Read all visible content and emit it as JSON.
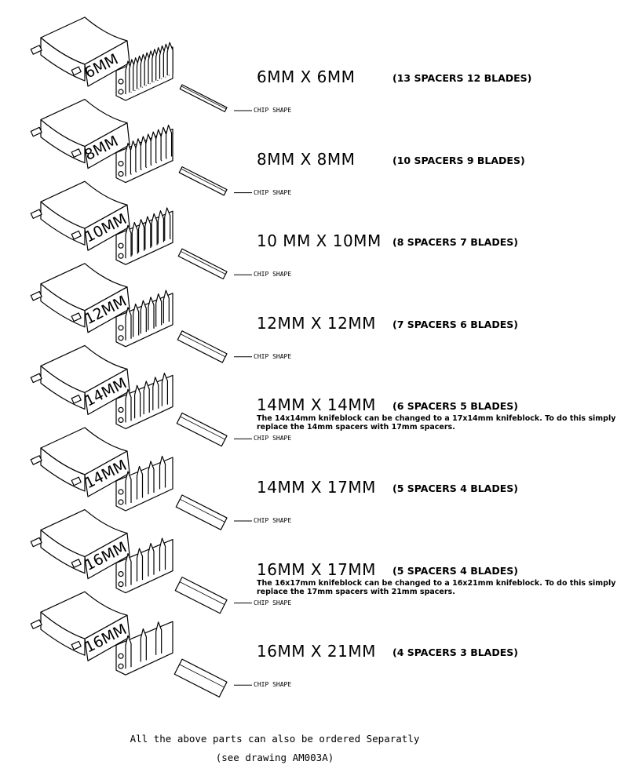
{
  "rows": [
    {
      "block_label": "6MM",
      "title": "6MM X 6MM",
      "spec": "(13 SPACERS 12 BLADES)",
      "chip_label": "CHIP SHAPE",
      "blades": 12,
      "note": ""
    },
    {
      "block_label": "8MM",
      "title": "8MM X 8MM",
      "spec": "(10 SPACERS 9 BLADES)",
      "chip_label": "CHIP SHAPE",
      "blades": 9,
      "note": ""
    },
    {
      "block_label": "10MM",
      "title": "10 MM X 10MM",
      "spec": "(8 SPACERS 7 BLADES)",
      "chip_label": "CHIP SHAPE",
      "blades": 7,
      "note": ""
    },
    {
      "block_label": "12MM",
      "title": "12MM X 12MM",
      "spec": "(7 SPACERS 6 BLADES)",
      "chip_label": "CHIP SHAPE",
      "blades": 6,
      "note": ""
    },
    {
      "block_label": "14MM",
      "title": "14MM X 14MM",
      "spec": "(6 SPACERS 5 BLADES)",
      "chip_label": "CHIP SHAPE",
      "blades": 5,
      "note": "The 14x14mm knifeblock can be changed to a 17x14mm knifeblock. To do this simply replace the 14mm spacers with 17mm spacers."
    },
    {
      "block_label": "14MM",
      "title": "14MM X 17MM",
      "spec": "(5 SPACERS 4 BLADES)",
      "chip_label": "CHIP SHAPE",
      "blades": 4,
      "note": ""
    },
    {
      "block_label": "16MM",
      "title": "16MM X 17MM",
      "spec": "(5 SPACERS 4 BLADES)",
      "chip_label": "CHIP SHAPE",
      "blades": 4,
      "note": "The 16x17mm knifeblock can be changed to a 16x21mm knifeblock. To do this simply replace the 17mm spacers with 21mm spacers."
    },
    {
      "block_label": "16MM",
      "title": "16MM X 21MM",
      "spec": "(4 SPACERS 3 BLADES)",
      "chip_label": "CHIP SHAPE",
      "blades": 3,
      "note": ""
    }
  ],
  "footer": {
    "line1": "All the above parts can also be ordered Separatly",
    "line2": "(see drawing AM003A)"
  }
}
